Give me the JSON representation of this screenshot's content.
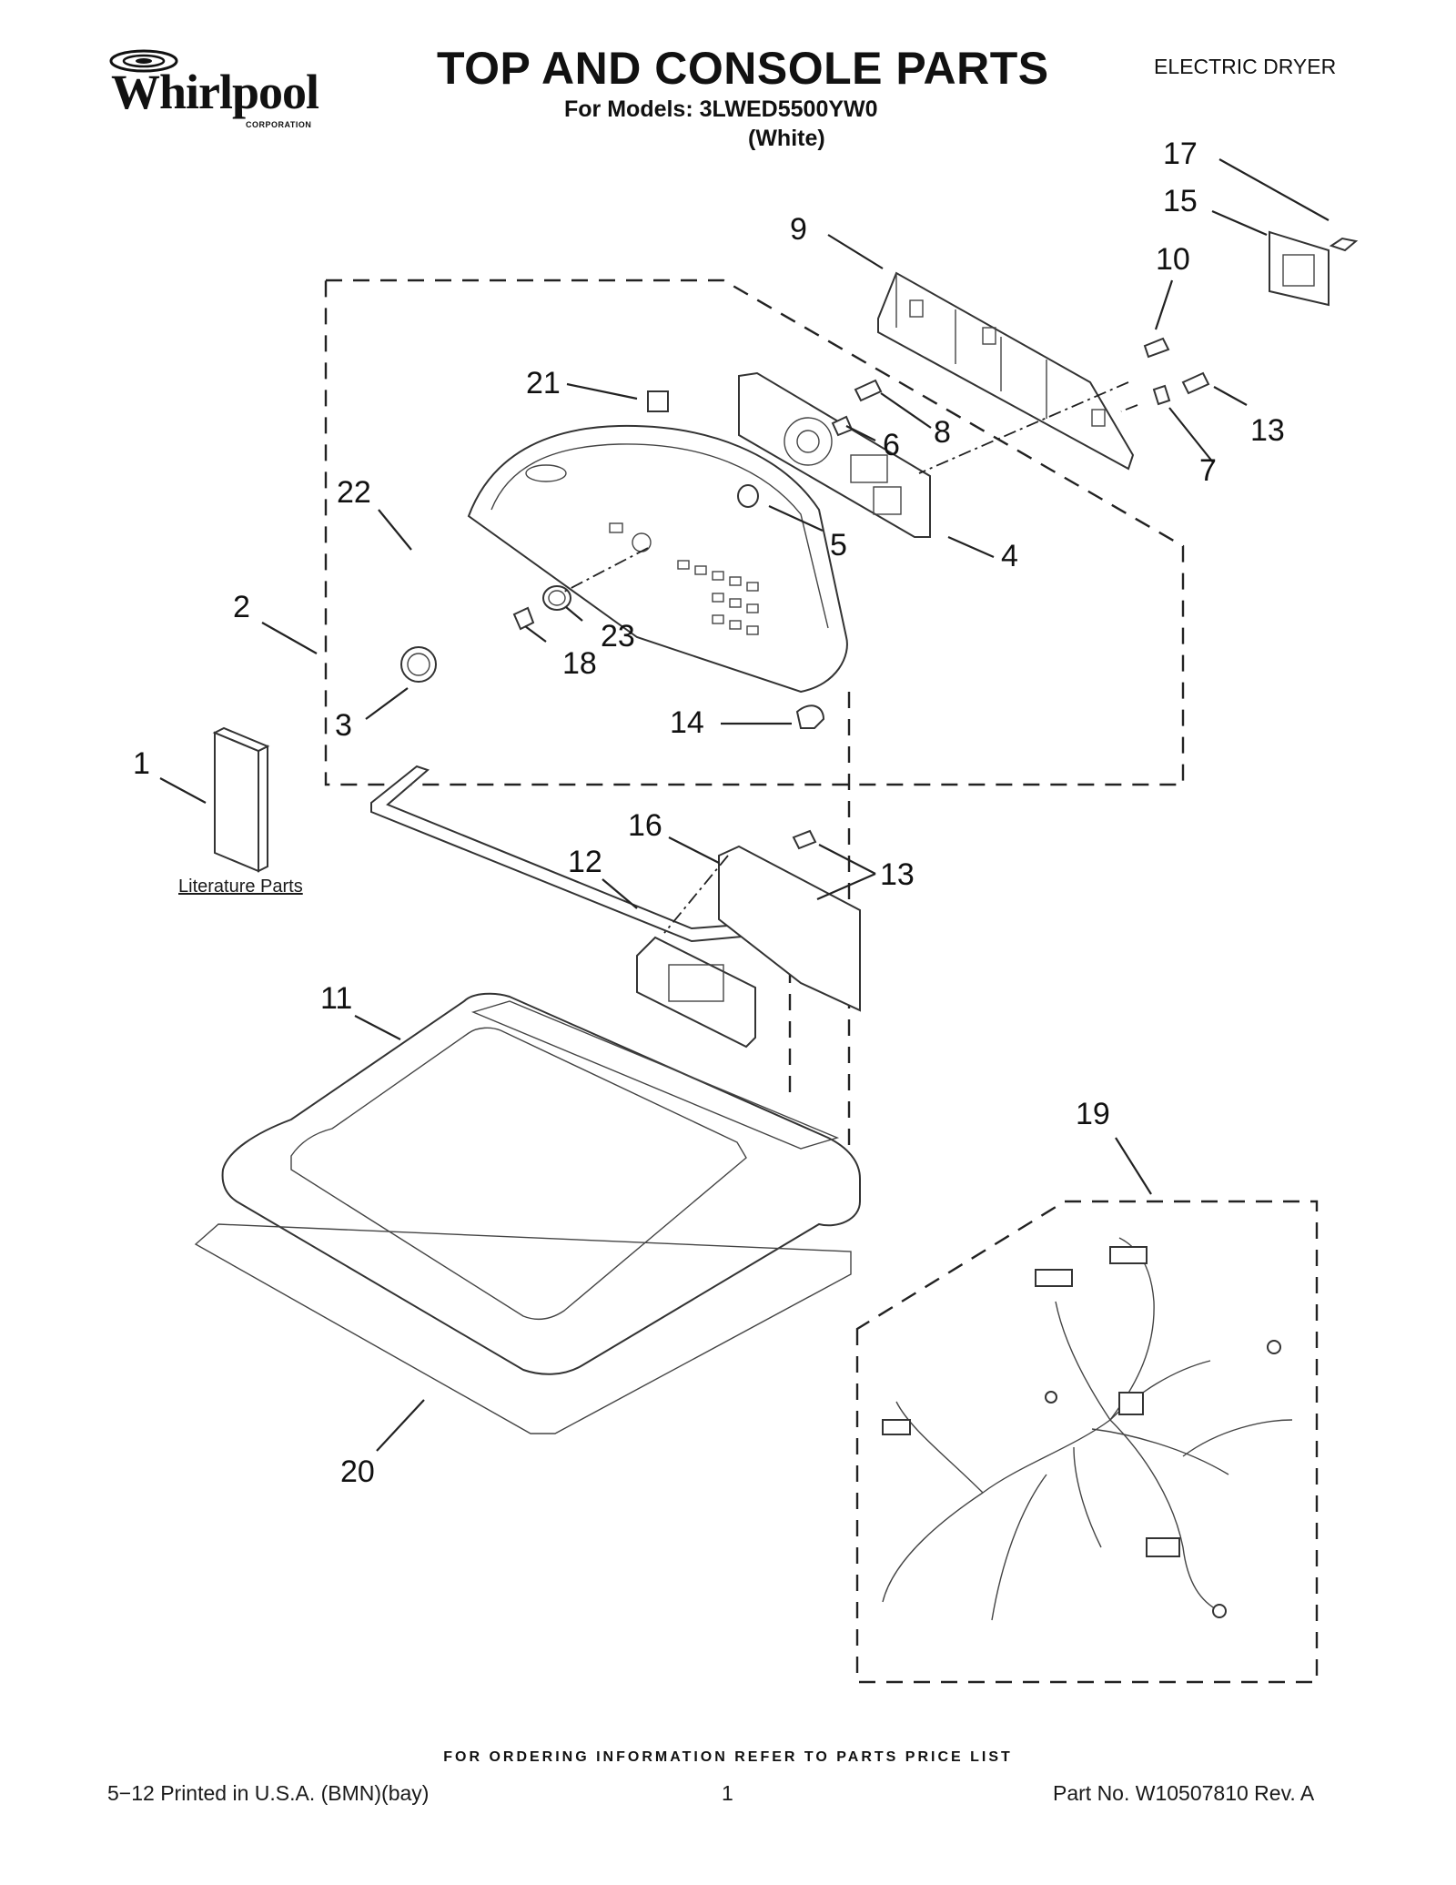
{
  "header": {
    "brand": "Whirlpool",
    "brand_sub": "CORPORATION",
    "title": "TOP AND CONSOLE PARTS",
    "models": "For Models: 3LWED5500YW0",
    "variant": "(White)",
    "doc_type": "ELECTRIC DRYER"
  },
  "diagram": {
    "literature_label": "Literature Parts",
    "callouts": [
      "1",
      "2",
      "3",
      "4",
      "5",
      "6",
      "7",
      "8",
      "9",
      "10",
      "11",
      "12",
      "13",
      "13",
      "14",
      "15",
      "16",
      "17",
      "18",
      "19",
      "20",
      "21",
      "22",
      "23"
    ]
  },
  "footer": {
    "ordering_note": "FOR ORDERING INFORMATION REFER TO PARTS PRICE LIST",
    "printed": "5−12 Printed in U.S.A. (BMN)(bay)",
    "page_number": "1",
    "part_number": "Part No. W10507810 Rev. A"
  }
}
